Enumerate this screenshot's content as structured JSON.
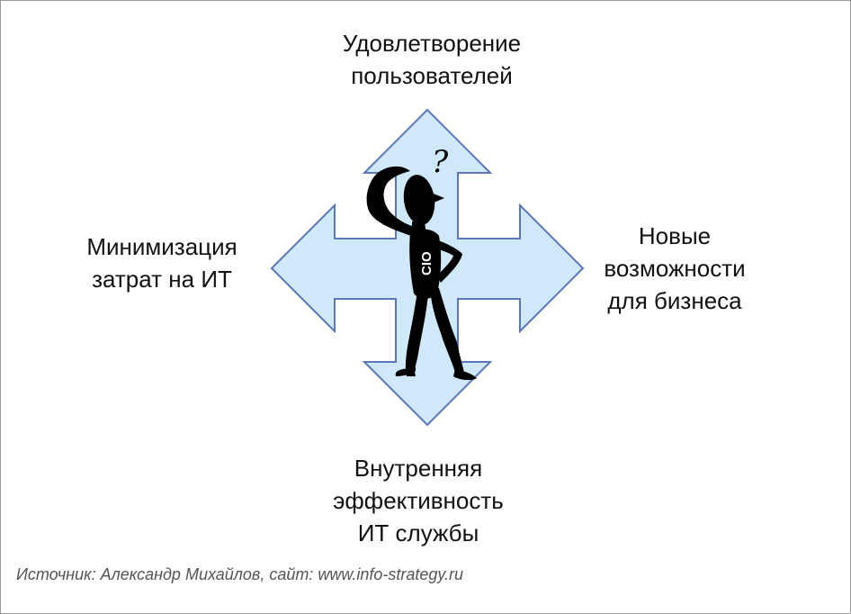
{
  "diagram": {
    "arrow_fill": "#cfe9fb",
    "arrow_stroke": "#5a78b8",
    "figure_color": "#000000",
    "figure_label": "CIO",
    "question_mark": "?",
    "directions": {
      "top": {
        "lines": [
          "Удовлетворение",
          "пользователей"
        ]
      },
      "left": {
        "lines": [
          "Минимизация",
          "затрат на ИТ"
        ]
      },
      "right": {
        "lines": [
          "Новые",
          "возможности",
          "для бизнеса"
        ]
      },
      "bottom": {
        "lines": [
          "Внутренняя",
          "эффективность",
          "ИТ службы"
        ]
      }
    }
  },
  "source": "Источник: Александр Михайлов, сайт: www.info-strategy.ru"
}
